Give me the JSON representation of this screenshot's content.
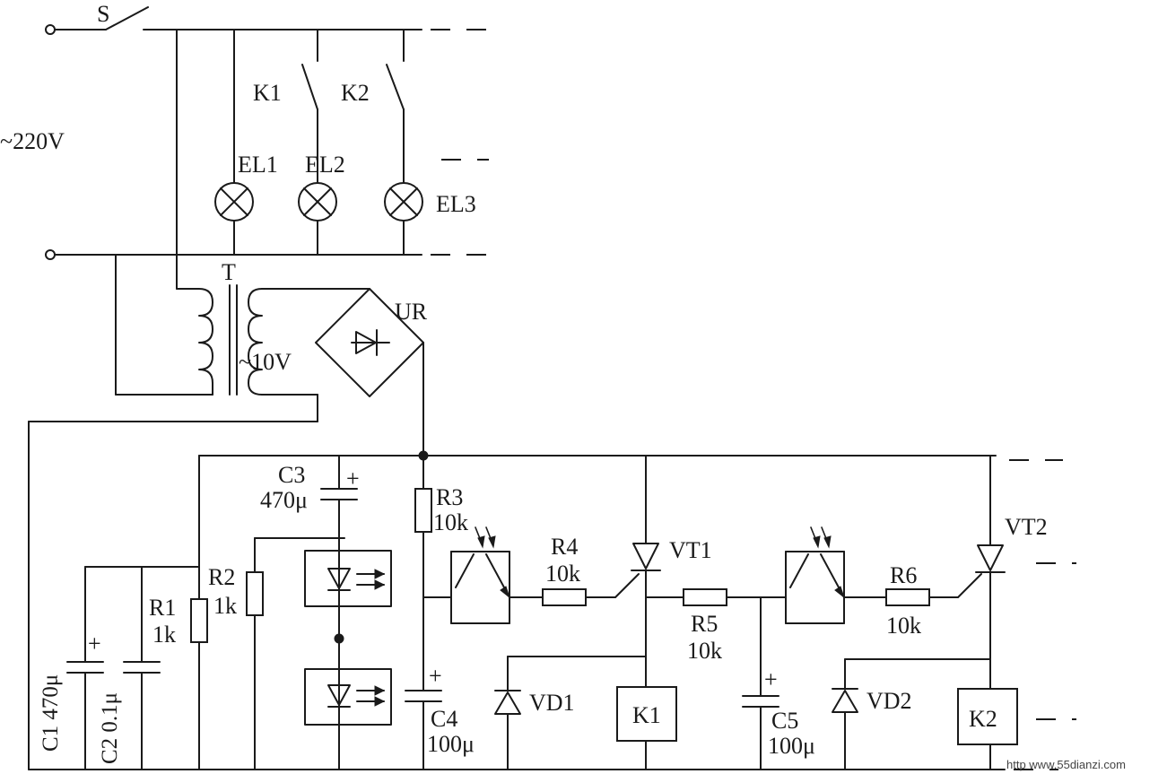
{
  "labels": {
    "switch_s": "S",
    "mains": "~220V",
    "k1": "K1",
    "k2": "K2",
    "el1": "EL1",
    "el2": "EL2",
    "el3": "EL3",
    "transformer": "T",
    "secondary": "~10V",
    "bridge": "UR",
    "c3": "C3",
    "c3_val": "470μ",
    "r3": "R3",
    "r3_val": "10k",
    "r4": "R4",
    "r4_val": "10k",
    "vt1": "VT1",
    "vt2": "VT2",
    "r2": "R2",
    "r2_val": "1k",
    "r1": "R1",
    "r1_val": "1k",
    "r5": "R5",
    "r5_val": "10k",
    "r6": "R6",
    "r6_val": "10k",
    "c1": "C1 470μ",
    "c2": "C2 0.1μ",
    "c4": "C4",
    "c4_val": "100μ",
    "vd1": "VD1",
    "relay_k1": "K1",
    "c5": "C5",
    "c5_val": "100μ",
    "vd2": "VD2",
    "relay_k2": "K2",
    "plus": "+",
    "watermark": "http   www.55dianzi.com"
  }
}
